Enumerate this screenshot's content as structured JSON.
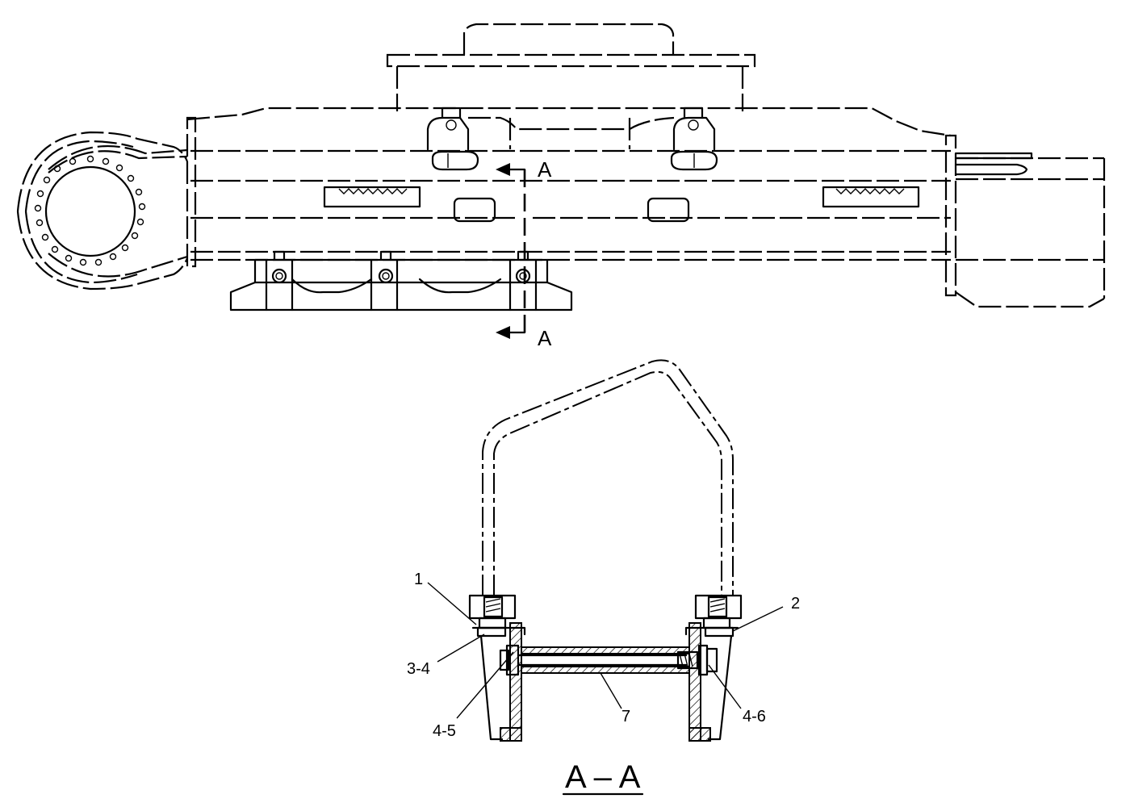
{
  "section_marker": {
    "top": "A",
    "bottom": "A"
  },
  "section_title": "A – A",
  "callouts": {
    "item_1": "1",
    "item_2": "2",
    "item_3_4": "3-4",
    "item_4_5": "4-5",
    "item_4_6": "4-6",
    "item_7": "7"
  }
}
